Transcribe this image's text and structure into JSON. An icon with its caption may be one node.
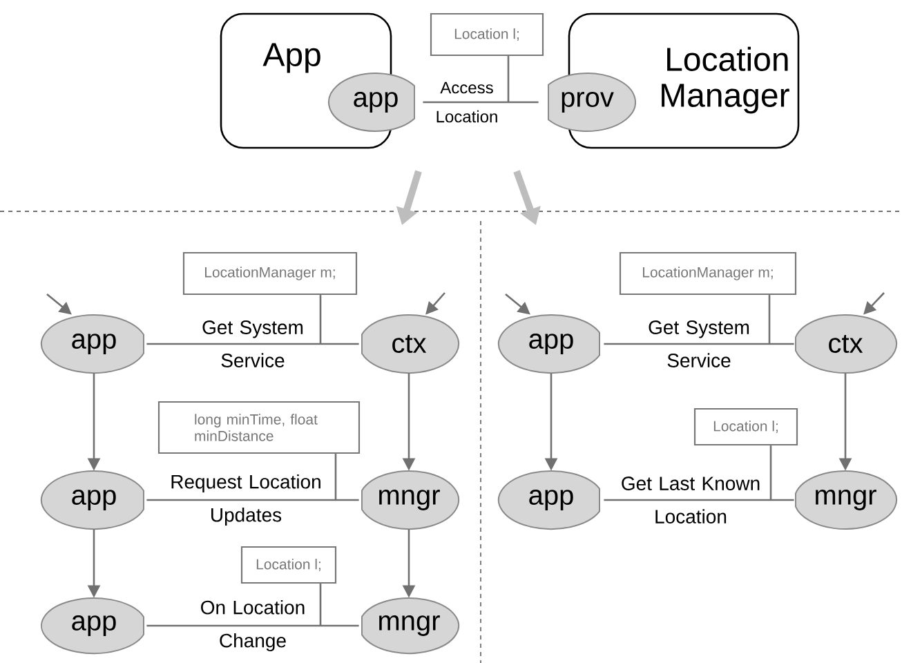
{
  "diagram": {
    "nodes": [
      {
        "text": [
          "App"
        ]
      },
      {
        "text": [
          "Location Manager"
        ]
      },
      {
        "text": [
          "app"
        ]
      },
      {
        "text": [
          "prov"
        ]
      },
      {
        "text": [
          "Location l;"
        ]
      },
      {
        "text": [
          "LocationManager m;"
        ]
      },
      {
        "text": [
          "app"
        ]
      },
      {
        "text": [
          "ctx"
        ]
      },
      {
        "text": [
          "long minTime, float minDistance"
        ]
      },
      {
        "text": [
          "app"
        ]
      },
      {
        "text": [
          "mngr"
        ]
      },
      {
        "text": [
          "Location l;"
        ]
      },
      {
        "text": [
          "app"
        ]
      },
      {
        "text": [
          "mngr"
        ]
      },
      {
        "text": [
          "LocationManager m;"
        ]
      },
      {
        "text": [
          "app"
        ]
      },
      {
        "text": [
          "ctx"
        ]
      },
      {
        "text": [
          "Location l;"
        ]
      },
      {
        "text": [
          "app"
        ]
      },
      {
        "text": [
          "mngr"
        ]
      }
    ],
    "edges": [
      {
        "from": 2,
        "to": 3,
        "arrow": "none",
        "label": "Access Location"
      },
      {
        "from": 4,
        "to": null,
        "arrow": "none"
      },
      {
        "from": null,
        "to": 6,
        "arrow": "to"
      },
      {
        "from": null,
        "to": 7,
        "arrow": "to"
      },
      {
        "from": 6,
        "to": 7,
        "arrow": "none",
        "label": "Get System Service"
      },
      {
        "from": 5,
        "to": null,
        "arrow": "none"
      },
      {
        "from": 6,
        "to": 9,
        "arrow": "to"
      },
      {
        "from": 7,
        "to": 10,
        "arrow": "to"
      },
      {
        "from": 9,
        "to": 10,
        "arrow": "none",
        "label": "Request Location Updates"
      },
      {
        "from": 8,
        "to": null,
        "arrow": "none"
      },
      {
        "from": 9,
        "to": 12,
        "arrow": "to"
      },
      {
        "from": 10,
        "to": 13,
        "arrow": "to"
      },
      {
        "from": 12,
        "to": 13,
        "arrow": "none",
        "label": "On Location Change"
      },
      {
        "from": 11,
        "to": null,
        "arrow": "none"
      },
      {
        "from": null,
        "to": 15,
        "arrow": "to"
      },
      {
        "from": null,
        "to": 16,
        "arrow": "to"
      },
      {
        "from": 15,
        "to": 16,
        "arrow": "none",
        "label": "Get System Service"
      },
      {
        "from": 14,
        "to": null,
        "arrow": "none"
      },
      {
        "from": 15,
        "to": 18,
        "arrow": "to"
      },
      {
        "from": 16,
        "to": 19,
        "arrow": "to"
      },
      {
        "from": 18,
        "to": 19,
        "arrow": "none",
        "label": "Get Last Known Location"
      },
      {
        "from": 17,
        "to": null,
        "arrow": "none"
      }
    ]
  }
}
